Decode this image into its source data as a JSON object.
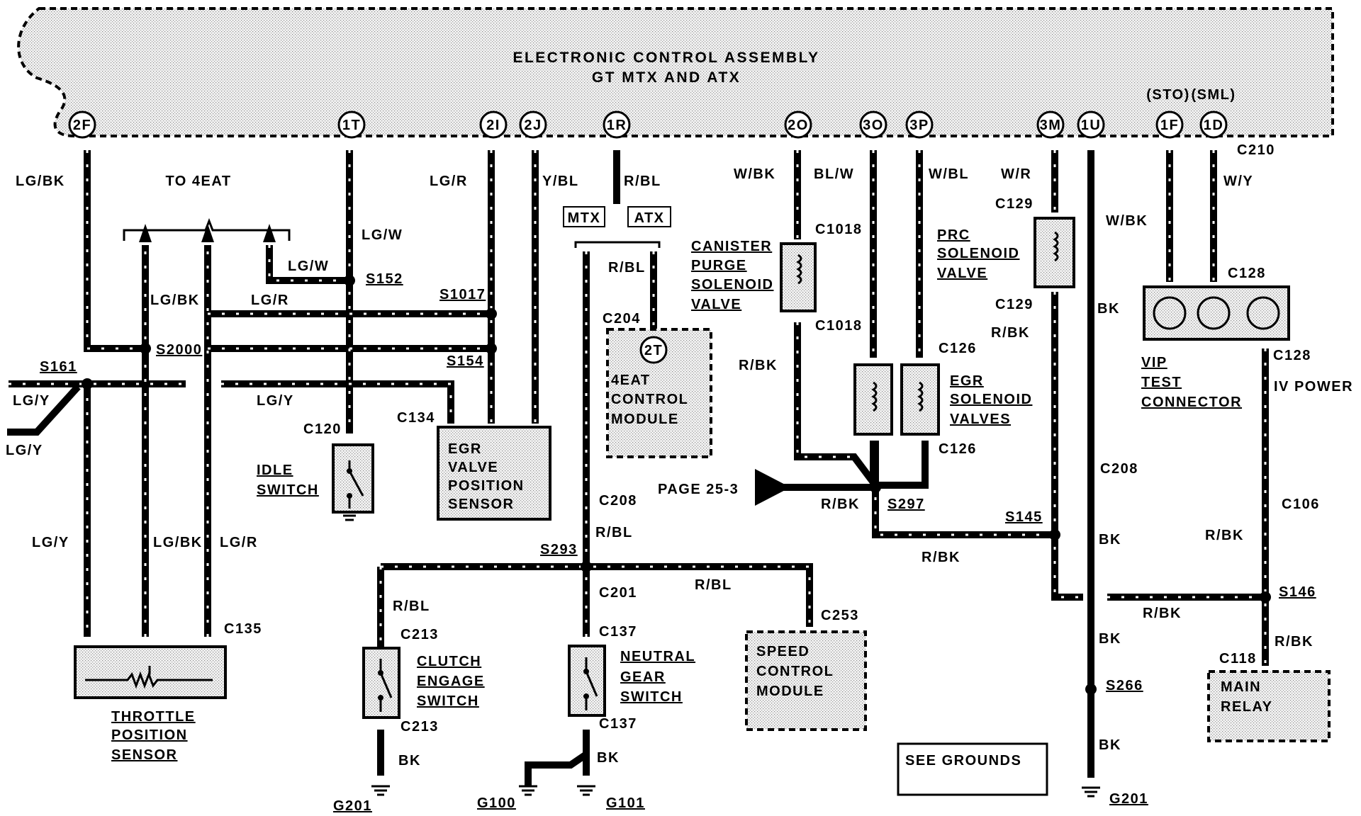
{
  "ecu": {
    "title_line1": "ELECTRONIC CONTROL ASSEMBLY",
    "title_line2": "GT MTX AND ATX"
  },
  "pins": [
    "2F",
    "1T",
    "2I",
    "2J",
    "1R",
    "2O",
    "3O",
    "3P",
    "3M",
    "1U",
    "1F",
    "1D"
  ],
  "pin_group_labels": {
    "sto": "(STO)",
    "sml": "(SML)"
  },
  "wire_colors": {
    "lg_bk": "LG/BK",
    "lg_w": "LG/W",
    "lg_r": "LG/R",
    "y_bl": "Y/BL",
    "r_bl": "R/BL",
    "w_bk": "W/BK",
    "bl_w": "BL/W",
    "w_bl": "W/BL",
    "w_r": "W/R",
    "w_y": "W/Y",
    "lg_y": "LG/Y",
    "r_bk": "R/BK",
    "bk": "BK",
    "iv_power": "IV POWER"
  },
  "connectors": {
    "c210": "C210",
    "c1018": "C1018",
    "c129": "C129",
    "c128": "C128",
    "c126": "C126",
    "c204": "C204",
    "c134": "C134",
    "c120": "C120",
    "c208": "C208",
    "c201": "C201",
    "c137": "C137",
    "c213": "C213",
    "c253": "C253",
    "c135": "C135",
    "c106": "C106",
    "c118": "C118"
  },
  "splices": {
    "s152": "S152",
    "s1017": "S1017",
    "s154": "S154",
    "s161": "S161",
    "s2000": "S2000",
    "s293": "S293",
    "s297": "S297",
    "s145": "S145",
    "s146": "S146",
    "s266": "S266"
  },
  "grounds": {
    "g201": "G201",
    "g100": "G100",
    "g101": "G101",
    "see_grounds": "SEE GROUNDS"
  },
  "labels": {
    "to_4eat": "TO 4EAT",
    "mtx": "MTX",
    "atx": "ATX",
    "page_ref": "PAGE 25-3",
    "module_pin_2t": "2T"
  },
  "components": {
    "canister": [
      "CANISTER",
      "PURGE",
      "SOLENOID",
      "VALVE"
    ],
    "prc": [
      "PRC",
      "SOLENOID",
      "VALVE"
    ],
    "egr_solenoid": [
      "EGR",
      "SOLENOID",
      "VALVES"
    ],
    "vip": [
      "VIP",
      "TEST",
      "CONNECTOR"
    ],
    "control_4eat": [
      "4EAT",
      "CONTROL",
      "MODULE"
    ],
    "egr_sensor": [
      "EGR",
      "VALVE",
      "POSITION",
      "SENSOR"
    ],
    "idle": [
      "IDLE",
      "SWITCH"
    ],
    "throttle": [
      "THROTTLE",
      "POSITION",
      "SENSOR"
    ],
    "clutch": [
      "CLUTCH",
      "ENGAGE",
      "SWITCH"
    ],
    "neutral": [
      "NEUTRAL",
      "GEAR",
      "SWITCH"
    ],
    "speed": [
      "SPEED",
      "CONTROL",
      "MODULE"
    ],
    "main_relay": [
      "MAIN",
      "RELAY"
    ]
  }
}
